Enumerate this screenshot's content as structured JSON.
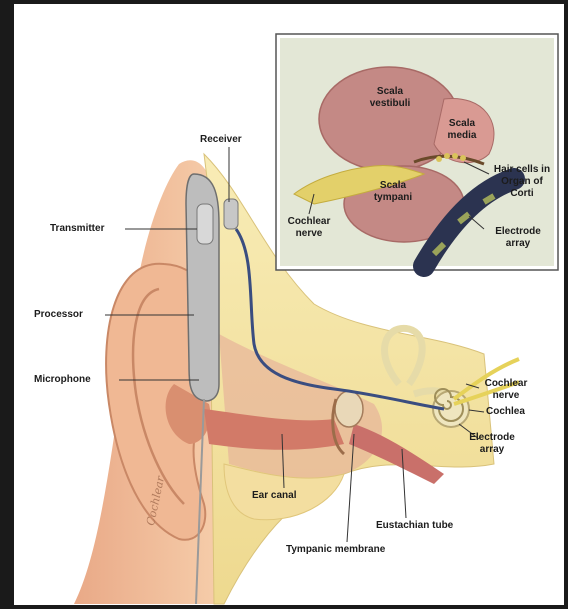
{
  "labels": {
    "receiver": "Receiver",
    "transmitter": "Transmitter",
    "processor": "Processor",
    "microphone": "Microphone",
    "ear_canal": "Ear canal",
    "tympanic_membrane": "Tympanic membrane",
    "eustachian_tube": "Eustachian tube",
    "cochlear_nerve": "Cochlear nerve",
    "cochlea": "Cochlea",
    "electrode_array": "Electrode array"
  },
  "inset": {
    "scala_vestibuli": "Scala vestibuli",
    "scala_media": "Scala media",
    "hair_cells": "Hair cells in Organ of Corti",
    "scala_tympani": "Scala tympani",
    "cochlear_nerve": "Cochlear nerve",
    "electrode_array": "Electrode array"
  },
  "signature": "Cochlear",
  "colors": {
    "skin": "#f2c4a0",
    "skin_shadow": "#d99a78",
    "bone": "#f5e6a8",
    "tissue": "#d98c80",
    "nerve": "#e8dc6a",
    "electrode": "#2b3a6b",
    "device": "#c9c9c9"
  }
}
